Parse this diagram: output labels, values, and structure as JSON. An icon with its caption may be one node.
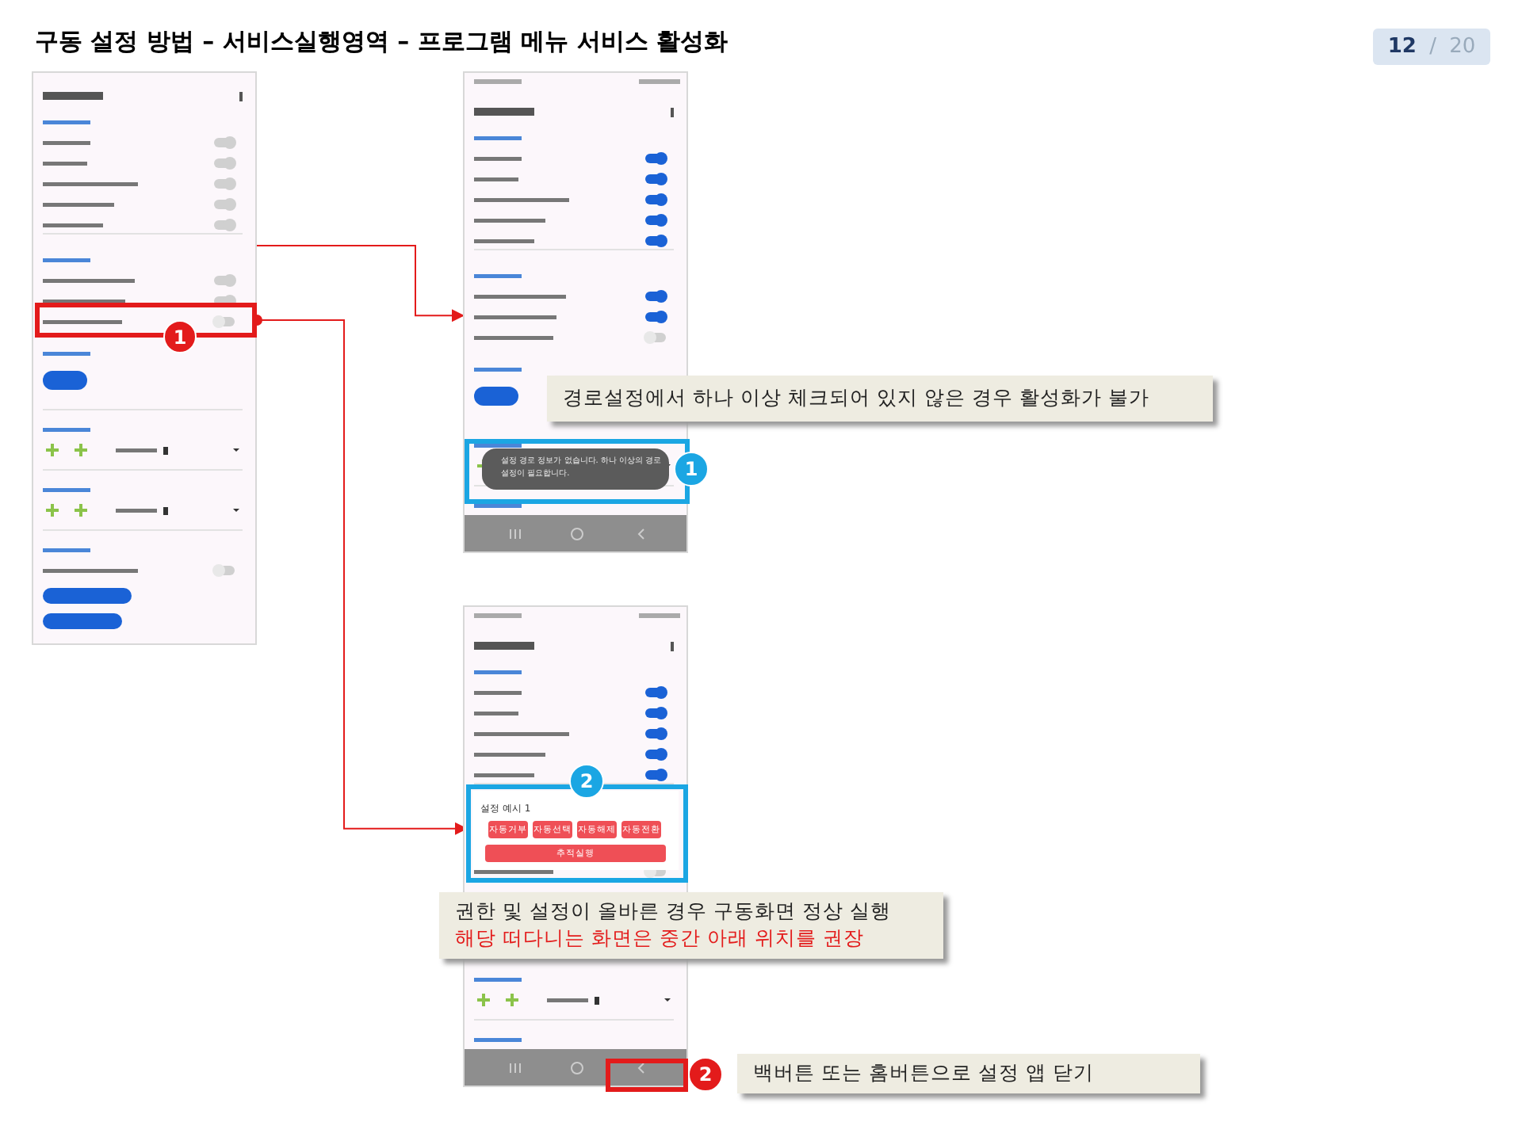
{
  "diagram": {
    "title": "구동 설정 방법 – 서비스실행영역 – 프로그램 메뉴 서비스 활성화",
    "nodes": [
      {
        "text": [],
        "shape": "picture"
      },
      {
        "text": [],
        "shape": "box",
        "in": 0
      },
      {
        "text": [],
        "shape": "picture"
      },
      {
        "text": [],
        "shape": "box",
        "in": 2
      },
      {
        "text": [
          "경로설정에서 하나 이상 체크되어 있지 않은 경우 활성화가 불가"
        ]
      },
      {
        "text": [],
        "shape": "picture"
      },
      {
        "text": [],
        "shape": "box",
        "in": 5
      },
      {
        "text": [
          "권한 및 설정이 올바른 경우 구동화면 정상 실행",
          "해당 떠다니는 화면은 중간 아래 위치를 권장"
        ]
      },
      {
        "text": [],
        "shape": "box",
        "in": 5
      },
      {
        "text": [
          "백버튼 또는 홈버튼으로 설정 앱 닫기"
        ]
      }
    ],
    "edges": [
      {
        "from": 1,
        "to": 2,
        "arrow": "to"
      },
      {
        "from": 1,
        "to": 6,
        "arrow": "to"
      }
    ],
    "labels": [
      "**12** / 20",
      "1",
      "1",
      "설정 경로 정보가 없습니다. 하나 이상의 경로 설정이 필요합니다.",
      "2",
      "설정 예시 1",
      "자동거부",
      "자동선택",
      "자동해제",
      "자동전환",
      "추적실행",
      "2"
    ]
  }
}
